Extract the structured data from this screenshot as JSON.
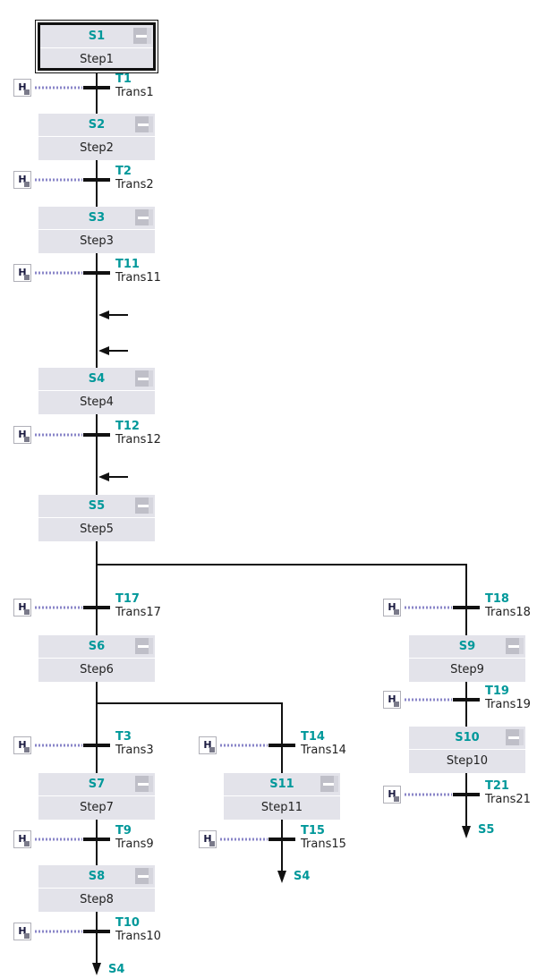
{
  "steps": [
    {
      "number": "S1",
      "name": "Step1"
    },
    {
      "number": "S2",
      "name": "Step2"
    },
    {
      "number": "S3",
      "name": "Step3"
    },
    {
      "number": "S4",
      "name": "Step4"
    },
    {
      "number": "S5",
      "name": "Step5"
    },
    {
      "number": "S6",
      "name": "Step6"
    },
    {
      "number": "S7",
      "name": "Step7"
    },
    {
      "number": "S8",
      "name": "Step8"
    },
    {
      "number": "S9",
      "name": "Step9"
    },
    {
      "number": "S10",
      "name": "Step10"
    },
    {
      "number": "S11",
      "name": "Step11"
    }
  ],
  "transitions": [
    {
      "number": "T1",
      "name": "Trans1"
    },
    {
      "number": "T2",
      "name": "Trans2"
    },
    {
      "number": "T11",
      "name": "Trans11"
    },
    {
      "number": "T12",
      "name": "Trans12"
    },
    {
      "number": "T17",
      "name": "Trans17"
    },
    {
      "number": "T18",
      "name": "Trans18"
    },
    {
      "number": "T3",
      "name": "Trans3"
    },
    {
      "number": "T14",
      "name": "Trans14"
    },
    {
      "number": "T9",
      "name": "Trans9"
    },
    {
      "number": "T15",
      "name": "Trans15"
    },
    {
      "number": "T19",
      "name": "Trans19"
    },
    {
      "number": "T21",
      "name": "Trans21"
    },
    {
      "number": "T10",
      "name": "Trans10"
    }
  ],
  "jumps": [
    "S4",
    "S4",
    "S5"
  ],
  "condition_icon_label": "H",
  "colors": {
    "accent": "#00989a",
    "step_bg": "#e3e3ea",
    "condition_link": "#8a86c8"
  }
}
